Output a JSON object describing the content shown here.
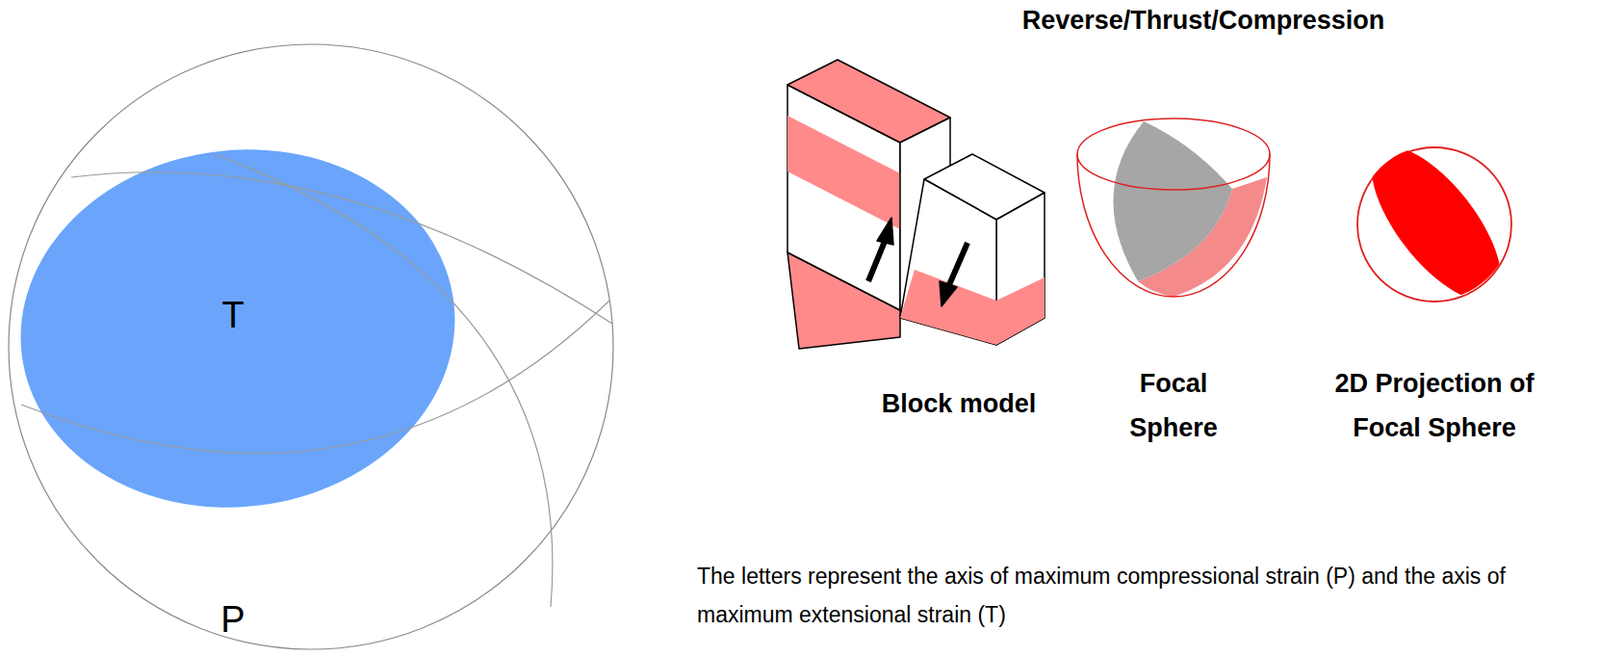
{
  "diagram": {
    "title": "Reverse/Thrust/Compression",
    "caption": "The letters represent the axis of maximum compressional strain (P) and the axis of maximum extensional strain (T)",
    "labels": [
      "T",
      "P",
      "Block model",
      "Focal Sphere",
      "2D Projection of Focal Sphere"
    ]
  }
}
